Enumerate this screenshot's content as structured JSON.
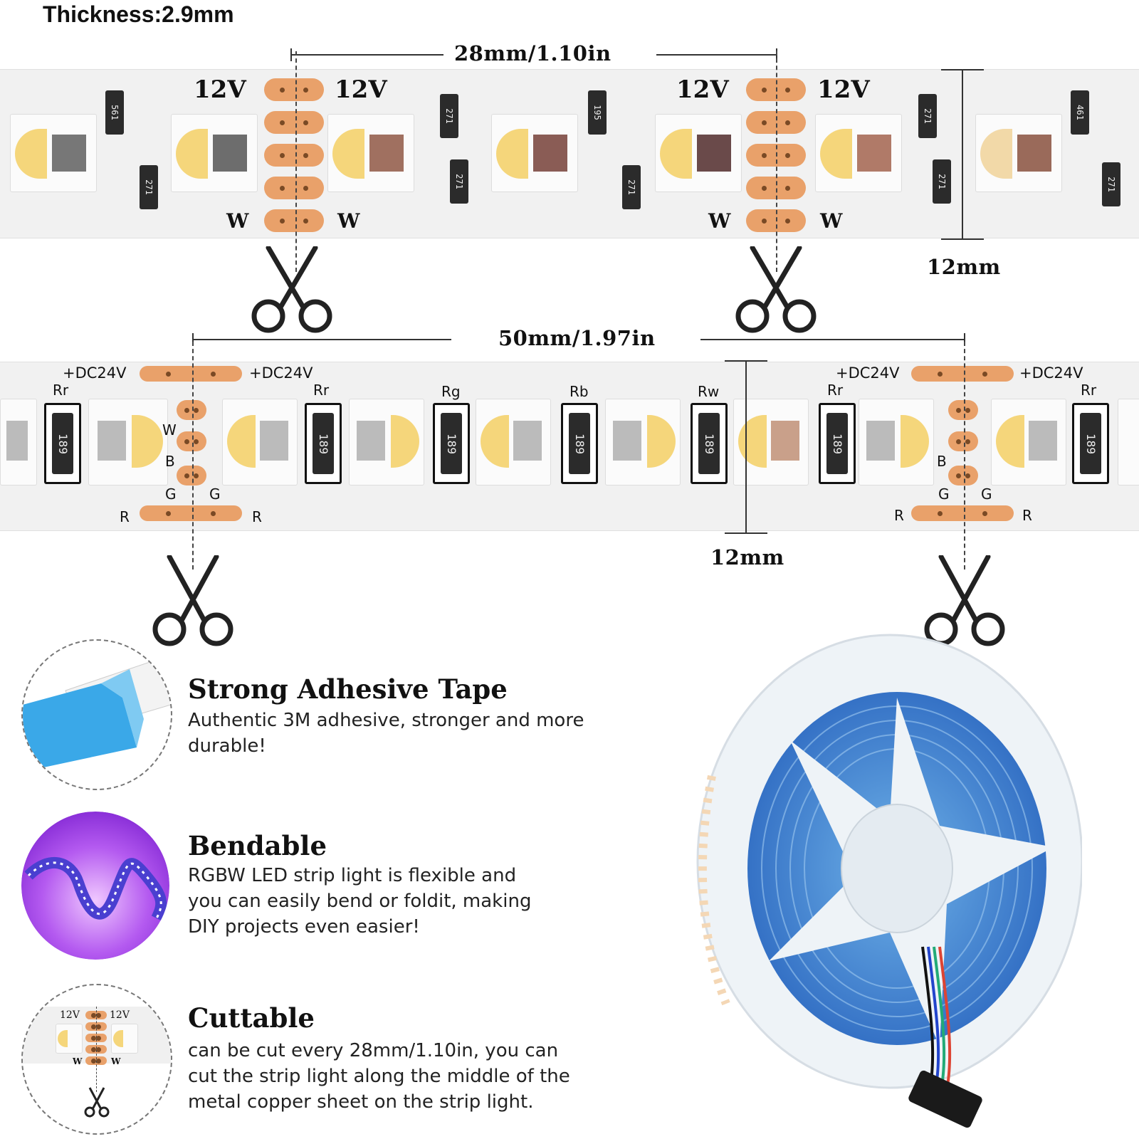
{
  "thickness": "Thickness:2.9mm",
  "strip1": {
    "length_label": "28mm/1.10in",
    "width_label": "12mm",
    "voltage": "12V",
    "white_label": "W",
    "resistors": [
      "561",
      "271",
      "271",
      "195",
      "271",
      "271",
      "271",
      "271",
      "461",
      "271"
    ]
  },
  "strip2": {
    "length_label": "50mm/1.97in",
    "width_label": "12mm",
    "voltage": "+DC24V",
    "channels": [
      "Rr",
      "Rr",
      "Rg",
      "Rb",
      "Rw",
      "Rr",
      "Rr"
    ],
    "pin_labels": [
      "W",
      "B",
      "G",
      "R"
    ],
    "resistor": "189"
  },
  "features": [
    {
      "title": "Strong Adhesive Tape",
      "body": "Authentic 3M adhesive, stronger and more durable!"
    },
    {
      "title": "Bendable",
      "body": "RGBW LED strip light is flexible and you can easily bend or foldit, making DIY projects even easier!"
    },
    {
      "title": "Cuttable",
      "body": "can be cut every 28mm/1.10in, you can cut the strip light along the middle of the metal copper sheet on the strip light."
    }
  ],
  "colors": {
    "pad": "#e9a16a",
    "tape_blue": "#3aa8e8",
    "reel": "#eef3f7",
    "purple": "#a04ce8"
  },
  "icons": [
    "scissors-icon"
  ]
}
